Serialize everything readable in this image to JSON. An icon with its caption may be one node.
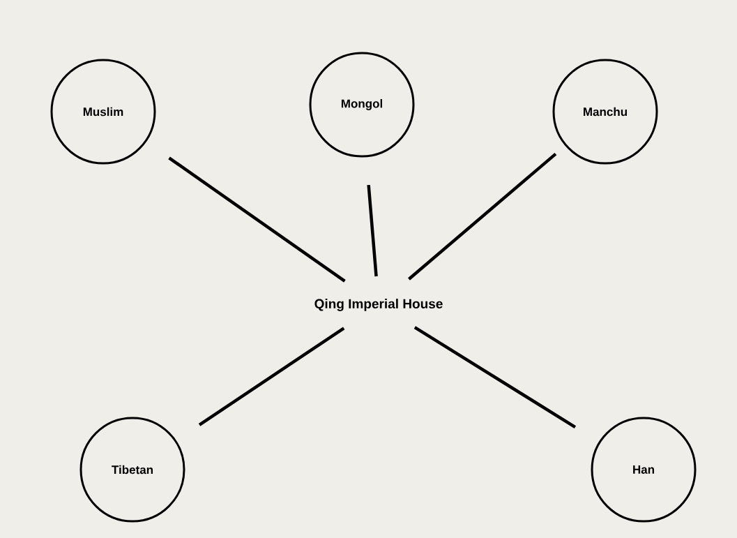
{
  "diagram": {
    "nodes": [
      {
        "text": [
          "Muslim"
        ]
      },
      {
        "text": [
          "Mongol"
        ]
      },
      {
        "text": [
          "Manchu"
        ]
      },
      {
        "text": [
          "Qing Imperial House"
        ]
      },
      {
        "text": [
          "Tibetan"
        ]
      },
      {
        "text": [
          "Han"
        ]
      }
    ],
    "edges": [
      {
        "from": 3,
        "to": 0,
        "arrow": "none"
      },
      {
        "from": 3,
        "to": 1,
        "arrow": "none"
      },
      {
        "from": 3,
        "to": 2,
        "arrow": "none"
      },
      {
        "from": 3,
        "to": 4,
        "arrow": "none"
      },
      {
        "from": 3,
        "to": 5,
        "arrow": "none"
      }
    ]
  }
}
